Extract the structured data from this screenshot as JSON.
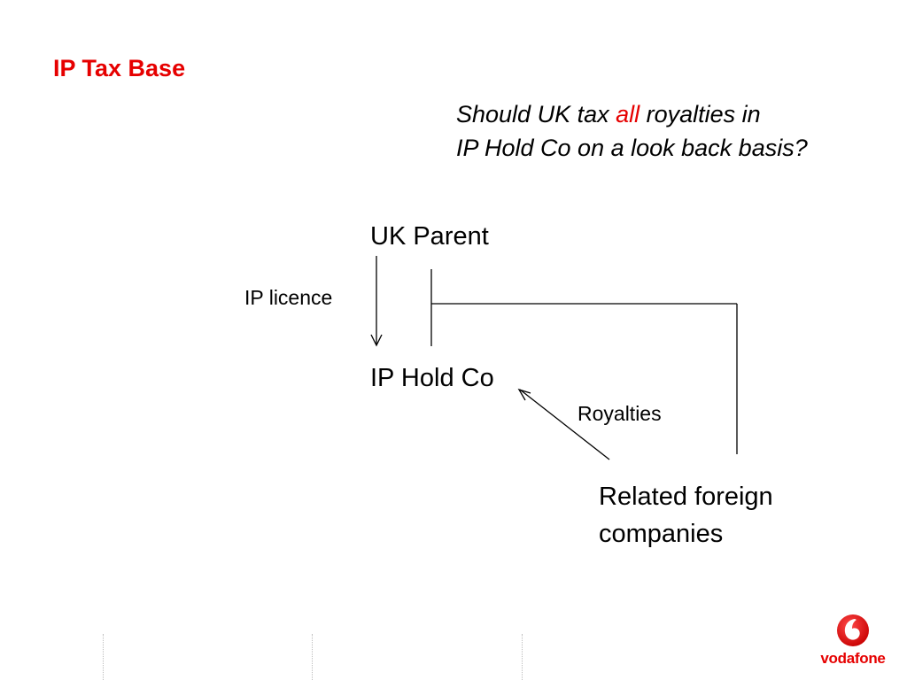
{
  "slide": {
    "title": "IP Tax Base",
    "question": {
      "line1_before": "Should UK tax ",
      "line1_highlight": "all",
      "line1_after": " royalties in",
      "line2": "IP Hold Co on a look back basis?"
    },
    "colors": {
      "accent": "#e60000",
      "text": "#000000"
    }
  },
  "diagram": {
    "nodes": {
      "uk_parent": "UK Parent",
      "ip_hold_co": "IP Hold Co",
      "related_line1": "Related foreign",
      "related_line2": "companies"
    },
    "edges": {
      "ip_licence": "IP licence",
      "royalties": "Royalties"
    }
  },
  "logo": {
    "word": "vodafone",
    "icon": "vodafone-speechmark-icon"
  }
}
